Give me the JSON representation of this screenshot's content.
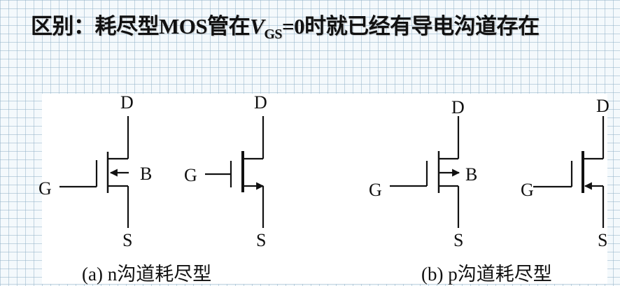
{
  "title": {
    "prefix": "区别：耗尽型",
    "mos": "MOS",
    "mid": "管在",
    "var": "V",
    "sub": "GS",
    "eq": "=0",
    "suffix": "时就已经有导电沟道存在"
  },
  "colors": {
    "background": "#f4f9fc",
    "grid": "#96b4c8",
    "panel": "#ffffff",
    "ink": "#111111"
  },
  "diagrams": [
    {
      "id": "n-depletion-with-body",
      "labels": {
        "drain": "D",
        "gate": "G",
        "source": "S",
        "body": "B"
      },
      "arrow": "inward"
    },
    {
      "id": "n-depletion-simplified",
      "labels": {
        "drain": "D",
        "gate": "G",
        "source": "S"
      },
      "arrow": "outward-on-source"
    },
    {
      "id": "p-depletion-with-body",
      "labels": {
        "drain": "D",
        "gate": "G",
        "source": "S",
        "body": "B"
      },
      "arrow": "outward"
    },
    {
      "id": "p-depletion-simplified",
      "labels": {
        "drain": "D",
        "gate": "G",
        "source": "S"
      },
      "arrow": "inward-on-source"
    }
  ],
  "captions": {
    "a": "(a) n沟道耗尽型",
    "b": "(b) p沟道耗尽型"
  }
}
